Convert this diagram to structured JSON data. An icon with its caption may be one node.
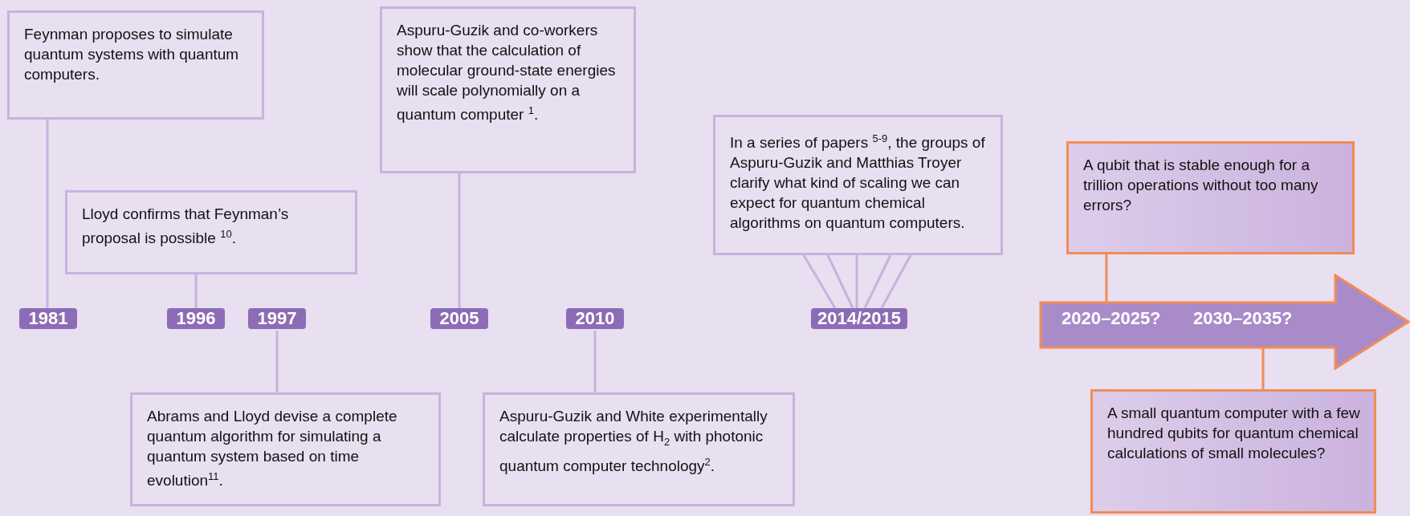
{
  "diagram": {
    "nodes": [
      {
        "text": [
          "Feynman proposes to simulate quantum systems with quantum computers."
        ]
      },
      {
        "text": [
          "Aspuru-Guzik and co-workers show that the calculation of molecular ground-state energies will scale polynomially on a quantum computer $^{1}$."
        ]
      },
      {
        "text": [
          "In a series of papers $^{5-9}$, the groups of Aspuru-Guzik and Matthias Troyer clarify what kind of scaling we can expect for quantum chemical algorithms on quantum computers."
        ]
      },
      {
        "text": [
          "Lloyd confirms that Feynman’s proposal is possible $^{10}$."
        ]
      },
      {
        "text": [
          "A qubit that is stable enough for a trillion operations without too many errors?"
        ]
      },
      {
        "text": [
          "1981"
        ]
      },
      {
        "text": [
          "1996"
        ]
      },
      {
        "text": [
          "1997"
        ]
      },
      {
        "text": [
          "2005"
        ]
      },
      {
        "text": [
          "2010"
        ]
      },
      {
        "text": [
          "2014/2015"
        ]
      },
      {
        "text": [
          "2020–2025?",
          "2030–2035?"
        ]
      },
      {
        "text": [
          "Abrams and Lloyd devise a complete quantum algorithm for simulating a quantum system based on time evolution$^{11}$."
        ]
      },
      {
        "text": [
          "Aspuru-Guzik and White experimentally calculate properties of H$_{2}$ with photonic quantum computer technology$^{2}$."
        ]
      },
      {
        "text": [
          "A small quantum computer with a few hundred qubits for quantum chemical calculations of small molecules?"
        ]
      }
    ],
    "edges": [
      {
        "from": 0,
        "to": 5,
        "arrow": "none"
      },
      {
        "from": 3,
        "to": 6,
        "arrow": "none"
      },
      {
        "from": 1,
        "to": 8,
        "arrow": "none"
      },
      {
        "from": 7,
        "to": 12,
        "arrow": "none"
      },
      {
        "from": 9,
        "to": 13,
        "arrow": "none"
      },
      {
        "from": 2,
        "to": 10,
        "arrow": "none"
      },
      {
        "from": 2,
        "to": 10,
        "arrow": "none"
      },
      {
        "from": 2,
        "to": 10,
        "arrow": "none"
      },
      {
        "from": 2,
        "to": 10,
        "arrow": "none"
      },
      {
        "from": 2,
        "to": 10,
        "arrow": "none"
      },
      {
        "from": 4,
        "to": 11,
        "arrow": "none",
        "color": "#f28c55"
      },
      {
        "from": 11,
        "to": 14,
        "arrow": "none",
        "color": "#f28c55"
      }
    ]
  }
}
